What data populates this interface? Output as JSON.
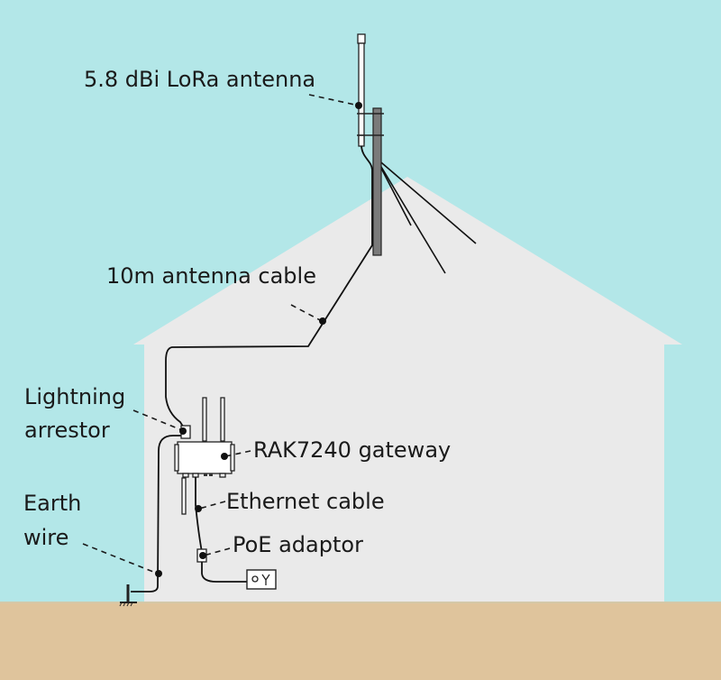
{
  "title": "LoRa gateway outdoor installation diagram",
  "colors": {
    "sky": "#b3e7e8",
    "house": "#eaeaea",
    "ground": "#dfc49c",
    "mast": "#7a7a7a",
    "line": "#111111"
  },
  "labels": {
    "antenna": "5.8 dBi LoRa antenna",
    "antenna_cable": "10m antenna cable",
    "lightning_line1": "Lightning",
    "lightning_line2": "arrestor",
    "gateway": "RAK7240 gateway",
    "ethernet": "Ethernet cable",
    "poe": "PoE adaptor",
    "earth_line1": "Earth",
    "earth_line2": "wire"
  },
  "icons": {
    "outlet": "power-outlet-icon",
    "ground": "ground-symbol-icon"
  }
}
